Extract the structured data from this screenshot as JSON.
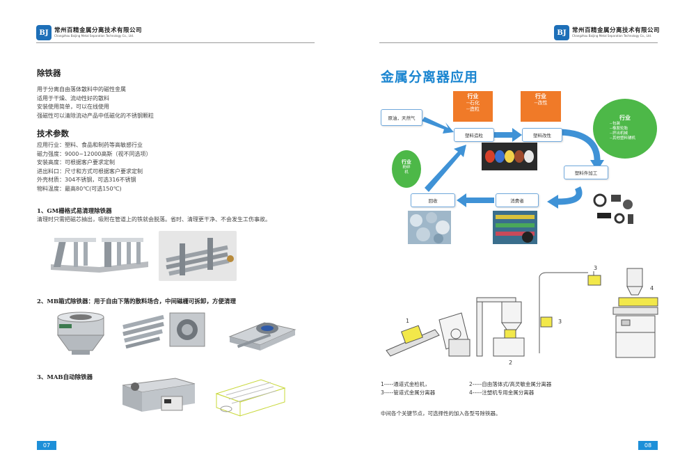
{
  "company": {
    "cn": "常州百精金属分离技术有限公司",
    "en": "Changzhou Baijing Metal Separation Technology Co., Ltd."
  },
  "left": {
    "title": "除铁器",
    "intro": [
      "用于分离自由落体散料中的磁性金属",
      "适用于干燥、流动性好的散料",
      "安装使用简单，可以在线使用",
      "强磁性可以清除流动产品中低磁化的不锈钢颗粒"
    ],
    "tech_title": "技术参数",
    "tech": [
      "应用行业：塑料、食品和制药等高敏感行业",
      "磁力强度：9000~12000高斯（视不同选项）",
      "安装高度：可根据客户要求定制",
      "进出料口：尺寸和方式可根据客户要求定制",
      "外壳材质：304不锈钢，可选316不锈钢",
      "物料温度：最高80℃(可选150℃)"
    ],
    "s1_title": "1、GM栅格式易清理除铁器",
    "s1_desc": "清理时只需把磁芯抽出，吸附在管道上的铁就会脱落。省时、清理更干净、不会发生工伤事故。",
    "s2_title": "2、MB箱式除铁器：用于自由下落的散料场合，中间磁栅可拆卸，方便清理",
    "s3_title": "3、MAB自动除铁器",
    "page": "07"
  },
  "right": {
    "title": "金属分离器应用",
    "flow": {
      "raw": "原油，天然气",
      "ind1_title": "行业",
      "ind1_lines": [
        "--石化",
        "--造粒"
      ],
      "ind2_title": "行业",
      "ind2_lines": [
        "--改性"
      ],
      "ind3_title": "行业",
      "ind3_lines": [
        "--包装",
        "--橡胶轮胎",
        "--挤出机械",
        "--其他塑料辅机"
      ],
      "ind4_title": "行业",
      "ind4_lines": [
        "粉碎",
        "机"
      ],
      "pellet": "塑料造粒",
      "modify": "塑料改性",
      "process": "塑料件加工",
      "consumer": "消费者",
      "recycle": "回收"
    },
    "machine_labels": [
      "1",
      "2",
      "3",
      "3",
      "4"
    ],
    "legend": [
      [
        "1-----通道式金检机，",
        "2-----自由落体式/高灵敏金属分离器"
      ],
      [
        "3-----管道式金属分离器",
        "4-----注塑机专用金属分离器"
      ]
    ],
    "note": "中间各个关键节点，可选择性的加入各型号除铁器。",
    "page": "08"
  }
}
